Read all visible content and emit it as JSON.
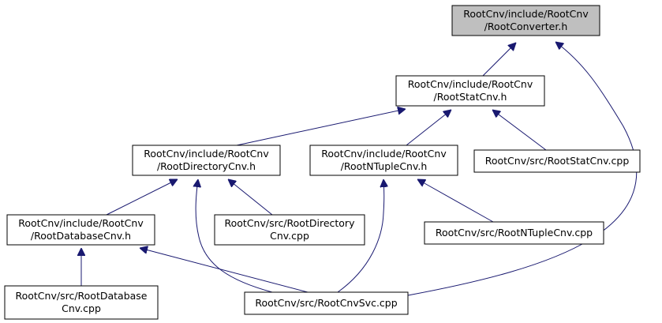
{
  "colors": {
    "node_fill": "#ffffff",
    "highlight_fill": "#bfbfbf",
    "node_stroke": "#000000",
    "edge": "#191970"
  },
  "nodes": [
    {
      "id": "rootconverter",
      "lines": [
        "RootCnv/include/RootCnv",
        "/RootConverter.h"
      ],
      "highlight": true
    },
    {
      "id": "rootstatcnv-h",
      "lines": [
        "RootCnv/include/RootCnv",
        "/RootStatCnv.h"
      ],
      "highlight": false
    },
    {
      "id": "rootdirectorycnv-h",
      "lines": [
        "RootCnv/include/RootCnv",
        "/RootDirectoryCnv.h"
      ],
      "highlight": false
    },
    {
      "id": "rootntuplecnv-h",
      "lines": [
        "RootCnv/include/RootCnv",
        "/RootNTupleCnv.h"
      ],
      "highlight": false
    },
    {
      "id": "rootstatcnv-cpp",
      "lines": [
        "RootCnv/src/RootStatCnv.cpp"
      ],
      "highlight": false
    },
    {
      "id": "rootdatabasecnv-h",
      "lines": [
        "RootCnv/include/RootCnv",
        "/RootDatabaseCnv.h"
      ],
      "highlight": false
    },
    {
      "id": "rootdirectorycnv-cpp",
      "lines": [
        "RootCnv/src/RootDirectory",
        "Cnv.cpp"
      ],
      "highlight": false
    },
    {
      "id": "rootntuplecnv-cpp",
      "lines": [
        "RootCnv/src/RootNTupleCnv.cpp"
      ],
      "highlight": false
    },
    {
      "id": "rootdatabasecnv-cpp",
      "lines": [
        "RootCnv/src/RootDatabase",
        "Cnv.cpp"
      ],
      "highlight": false
    },
    {
      "id": "rootcnvsvc-cpp",
      "lines": [
        "RootCnv/src/RootCnvSvc.cpp"
      ],
      "highlight": false
    }
  ],
  "edges": [
    {
      "from": "rootstatcnv-h",
      "to": "rootconverter"
    },
    {
      "from": "rootcnvsvc-cpp",
      "to": "rootconverter"
    },
    {
      "from": "rootdirectorycnv-h",
      "to": "rootstatcnv-h"
    },
    {
      "from": "rootntuplecnv-h",
      "to": "rootstatcnv-h"
    },
    {
      "from": "rootstatcnv-cpp",
      "to": "rootstatcnv-h"
    },
    {
      "from": "rootdatabasecnv-h",
      "to": "rootdirectorycnv-h"
    },
    {
      "from": "rootdirectorycnv-cpp",
      "to": "rootdirectorycnv-h"
    },
    {
      "from": "rootcnvsvc-cpp",
      "to": "rootdirectorycnv-h"
    },
    {
      "from": "rootntuplecnv-cpp",
      "to": "rootntuplecnv-h"
    },
    {
      "from": "rootcnvsvc-cpp",
      "to": "rootntuplecnv-h"
    },
    {
      "from": "rootdatabasecnv-cpp",
      "to": "rootdatabasecnv-h"
    },
    {
      "from": "rootcnvsvc-cpp",
      "to": "rootdatabasecnv-h"
    }
  ]
}
